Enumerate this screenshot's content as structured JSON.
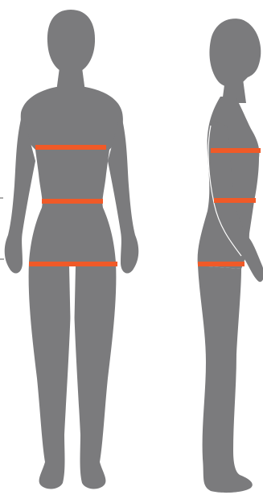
{
  "figure": {
    "silhouette_color": "#7b7b7d",
    "measure_color": "#f05a28",
    "background_color": "#ffffff",
    "views": [
      {
        "id": "front",
        "measurements": [
          "bust",
          "waist",
          "hips"
        ]
      },
      {
        "id": "side",
        "measurements": [
          "bust",
          "waist",
          "hips"
        ]
      }
    ]
  }
}
